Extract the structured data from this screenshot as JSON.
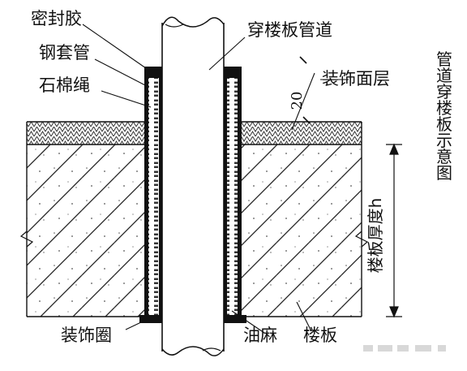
{
  "labels": {
    "sealant": "密封胶",
    "steel_sleeve": "钢套管",
    "asbestos_rope": "石棉绳",
    "pipe": "穿楼板管道",
    "finish_layer": "装饰面层",
    "dimension_20": "20",
    "slab_thickness": "楼板厚度h",
    "decor_ring": "装饰圈",
    "oakum": "油麻",
    "slab": "楼板",
    "side_title": "管道穿楼板示意图"
  }
}
